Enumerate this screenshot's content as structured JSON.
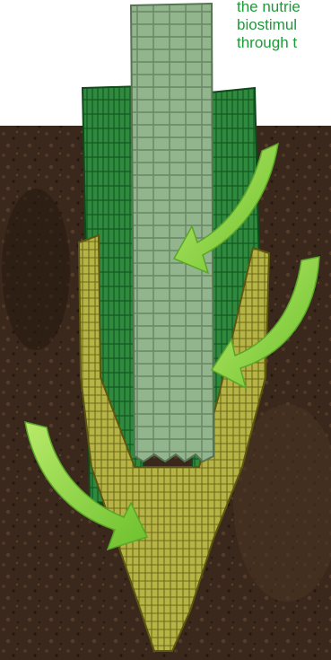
{
  "caption": {
    "lines": [
      "the nutrie",
      "biostimul",
      "through t"
    ],
    "color": "#1f9a3a"
  },
  "colors": {
    "soil_dark": "#2c1d14",
    "soil_mid": "#4a3323",
    "stele": "#93b58e",
    "stele_lines": "#5f7d5b",
    "cortex": "#2f8a3e",
    "cortex_lines": "#145a22",
    "cap": "#b7b447",
    "cap_lines": "#6e6a18",
    "arrow": "#7fcf3a",
    "arrow_light": "#b8ea6a"
  },
  "icons": [
    "absorption-arrow-icon",
    "absorption-arrow-icon",
    "absorption-arrow-icon"
  ]
}
